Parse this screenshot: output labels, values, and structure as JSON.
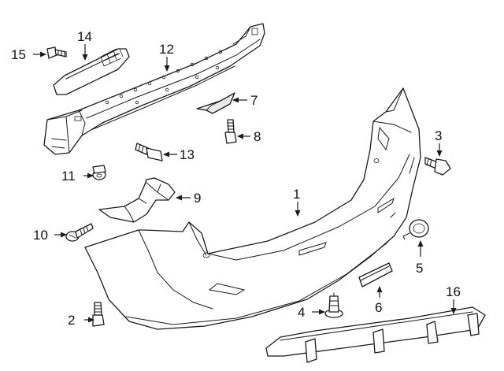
{
  "diagram": {
    "callouts": [
      {
        "id": "1",
        "label": "1"
      },
      {
        "id": "2",
        "label": "2"
      },
      {
        "id": "3",
        "label": "3"
      },
      {
        "id": "4",
        "label": "4"
      },
      {
        "id": "5",
        "label": "5"
      },
      {
        "id": "6",
        "label": "6"
      },
      {
        "id": "7",
        "label": "7"
      },
      {
        "id": "8",
        "label": "8"
      },
      {
        "id": "9",
        "label": "9"
      },
      {
        "id": "10",
        "label": "10"
      },
      {
        "id": "11",
        "label": "11"
      },
      {
        "id": "12",
        "label": "12"
      },
      {
        "id": "13",
        "label": "13"
      },
      {
        "id": "14",
        "label": "14"
      },
      {
        "id": "15",
        "label": "15"
      },
      {
        "id": "16",
        "label": "16"
      }
    ],
    "colors": {
      "line": "#1a1a1a",
      "fill": "#ffffff",
      "shade": "#e9e9e9"
    }
  }
}
